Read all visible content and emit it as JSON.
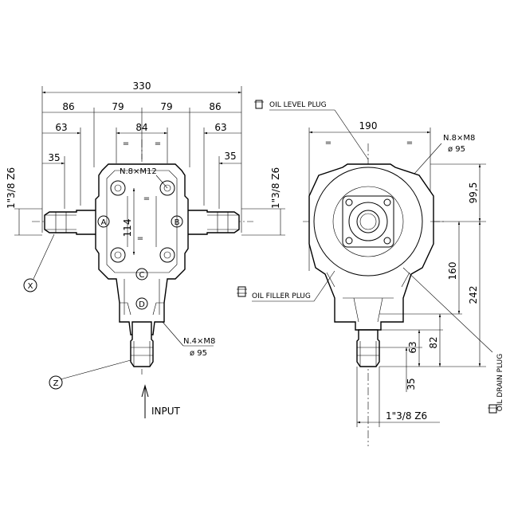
{
  "front_view": {
    "overall_width": "330",
    "segments": [
      "86",
      "79",
      "79",
      "86"
    ],
    "shaft_widths": [
      "63",
      "84",
      "63"
    ],
    "shaft_offsets": [
      "35",
      "35"
    ],
    "equal_marks": [
      "=",
      "=",
      "=",
      "="
    ],
    "shaft_size_left": "1\"3/8  Z6",
    "shaft_size_right": "1\"3/8  Z6",
    "top_bolts": "N.8×M12",
    "center_height": "114",
    "points": [
      "A",
      "B",
      "C",
      "D"
    ],
    "bottom_bolts": "N.4×M8",
    "bottom_dia": "ø 95",
    "shaft_x_label": "X",
    "shaft_z_label": "Z",
    "input_label": "INPUT"
  },
  "side_view": {
    "width": "190",
    "equal_marks": [
      "=",
      "="
    ],
    "oil_level_plug": "OIL LEVEL PLUG",
    "oil_filler_plug": "OIL FILLER PLUG",
    "oil_drain_plug": "OIL DRAIN PLUG",
    "flange_bolts": "N.8×M8",
    "flange_dia": "ø 95",
    "dim_top": "99,5",
    "dim_mid": "160",
    "dim_total": "242",
    "dim_82": "82",
    "dim_63": "63",
    "dim_35": "35",
    "shaft_size": "1\"3/8  Z6"
  }
}
